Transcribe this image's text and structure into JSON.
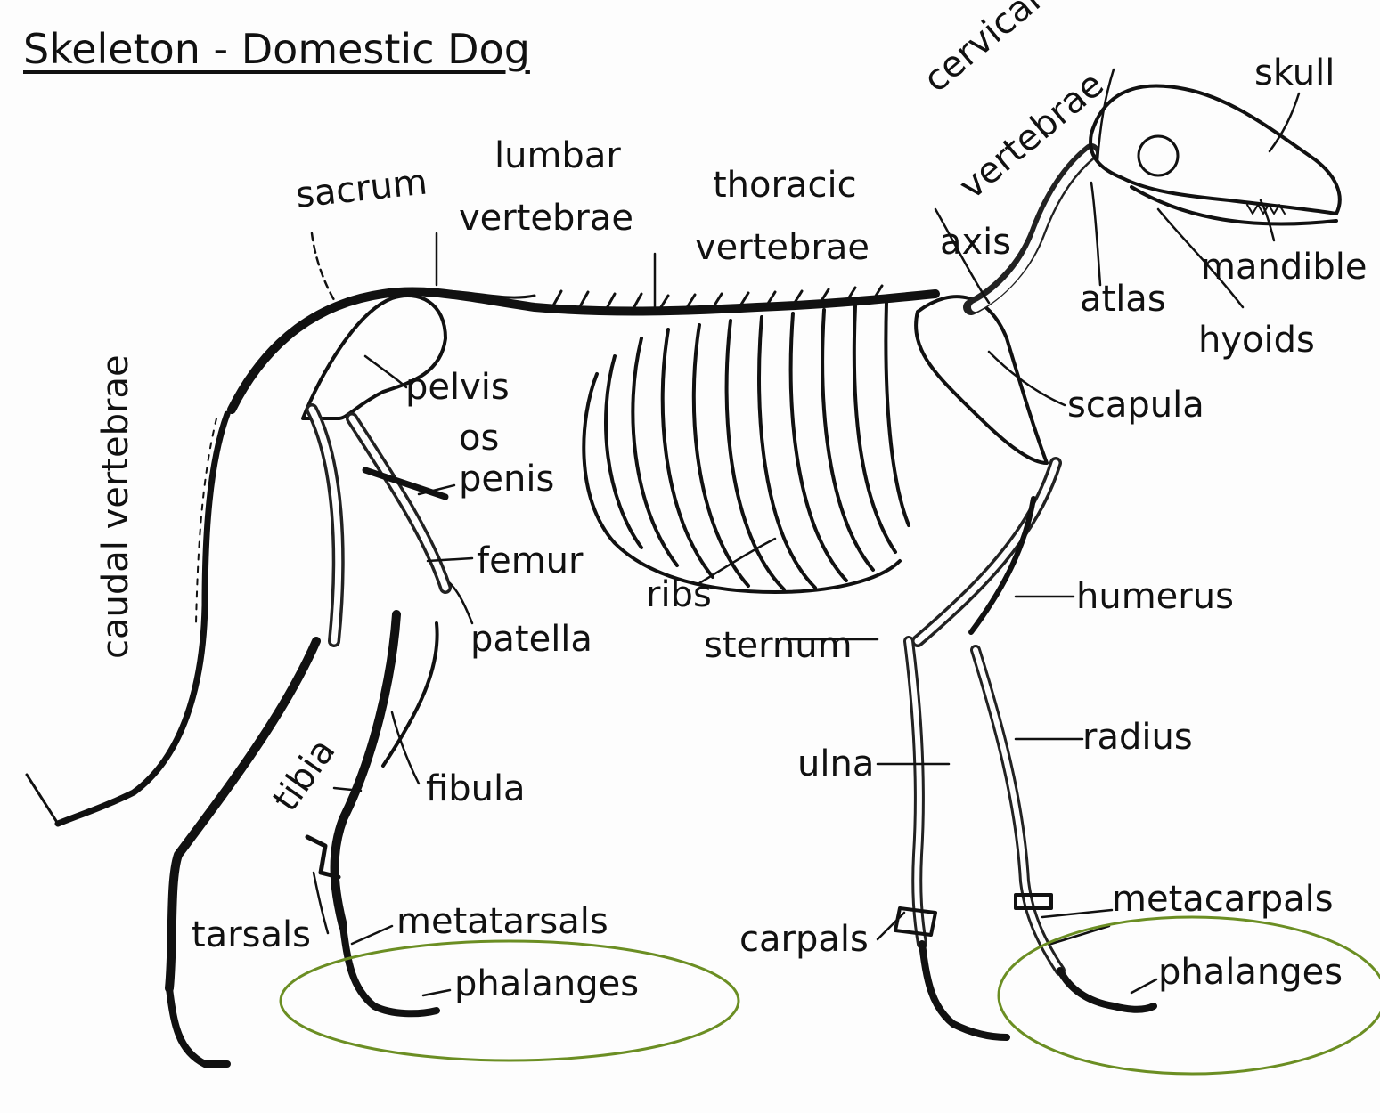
{
  "title": "Skeleton - Domestic Dog",
  "labels": {
    "cervical": "cervical",
    "cervical_vertebrae_word": "vertebrae",
    "skull": "skull",
    "sacrum": "sacrum",
    "lumbar": "lumbar",
    "lumbar_vertebrae_word": "vertebrae",
    "thoracic": "thoracic",
    "thoracic_vertebrae_word": "vertebrae",
    "axis": "axis",
    "mandible": "mandible",
    "atlas": "atlas",
    "hyoids": "hyoids",
    "caudal_vertebrae": "caudal vertebrae",
    "pelvis": "pelvis",
    "os": "os",
    "penis": "penis",
    "scapula": "scapula",
    "femur": "femur",
    "ribs": "ribs",
    "humerus": "humerus",
    "patella": "patella",
    "sternum": "sternum",
    "radius": "radius",
    "ulna": "ulna",
    "tibia": "tibia",
    "fibula": "fibula",
    "metacarpals": "metacarpals",
    "tarsals": "tarsals",
    "metatarsals": "metatarsals",
    "carpals": "carpals",
    "phalanges_hind": "phalanges",
    "phalanges_fore": "phalanges"
  },
  "colors": {
    "ink": "#111111",
    "highlight_ellipse": "#6b8e23"
  }
}
